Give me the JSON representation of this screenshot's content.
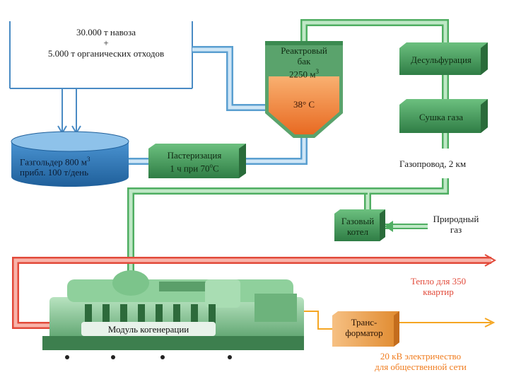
{
  "inputs": {
    "line1": "30.000 т навоза",
    "plus": "+",
    "line2": "5.000 т органических отходов"
  },
  "gas_holder": {
    "line1": "Газгольдер 800 м",
    "line1_sup": "3",
    "line2": "прибл. 100 т/день"
  },
  "pasteurization": {
    "line1": "Пастеризация",
    "line2": "1 ч при 70",
    "line2_sup": "о",
    "line2_end": "С"
  },
  "reactor": {
    "line1": "Реактровый",
    "line2": "бак",
    "line3": "2250 м",
    "line3_sup": "3",
    "temp": "38° С"
  },
  "desulfurization": "Десульфурация",
  "gas_drying": "Сушка газа",
  "pipeline": "Газопровод, 2 км",
  "gas_boiler": {
    "line1": "Газовый",
    "line2": "котел"
  },
  "natural_gas": {
    "line1": "Природный",
    "line2": "газ"
  },
  "heat_output": {
    "line1": "Тепло для 350",
    "line2": "квартир"
  },
  "cogeneration": "Модуль когенерации",
  "transformer": {
    "line1": "Транс-",
    "line2": "форматор"
  },
  "electricity": {
    "line1": "20 кВ электричество",
    "line2": "для общественной сети"
  },
  "colors": {
    "blue_pipe": "#9ec8e6",
    "green_pipe": "#8fd49a",
    "red_pipe": "#ef6b5a",
    "orange_line": "#f5a623",
    "box_green": "#3e9a56",
    "tank_blue": "#2f78b8",
    "reactor_orange": "#f08030"
  }
}
